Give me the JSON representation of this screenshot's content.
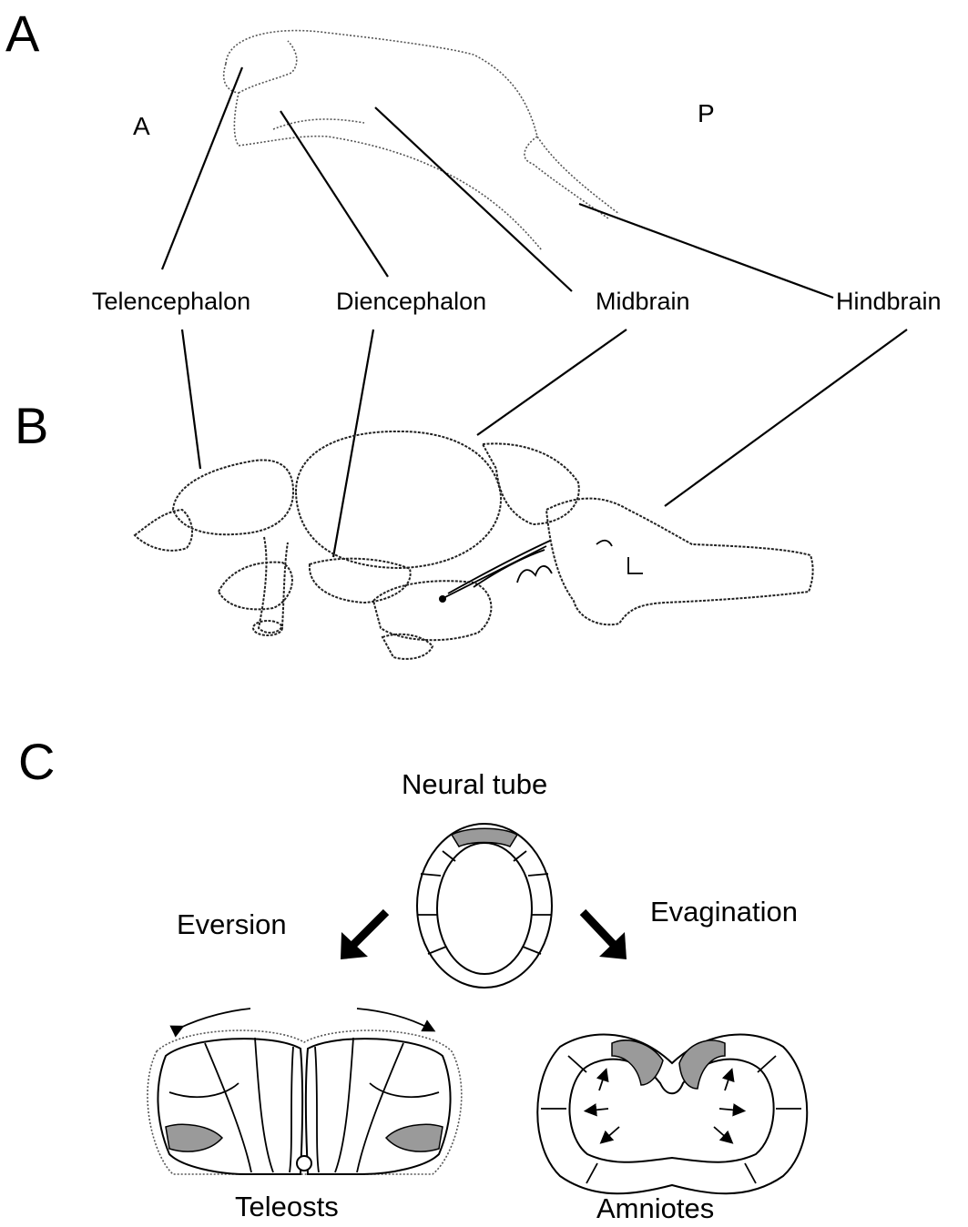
{
  "panels": {
    "a": {
      "letter": "A",
      "anterior": "A",
      "posterior": "P"
    },
    "b": {
      "letter": "B"
    },
    "c": {
      "letter": "C",
      "top": "Neural tube",
      "left_process": "Eversion",
      "right_process": "Evagination",
      "left_result": "Teleosts",
      "right_result": "Amniotes"
    }
  },
  "regions": [
    "Telencephalon",
    "Diencephalon",
    "Midbrain",
    "Hindbrain"
  ]
}
